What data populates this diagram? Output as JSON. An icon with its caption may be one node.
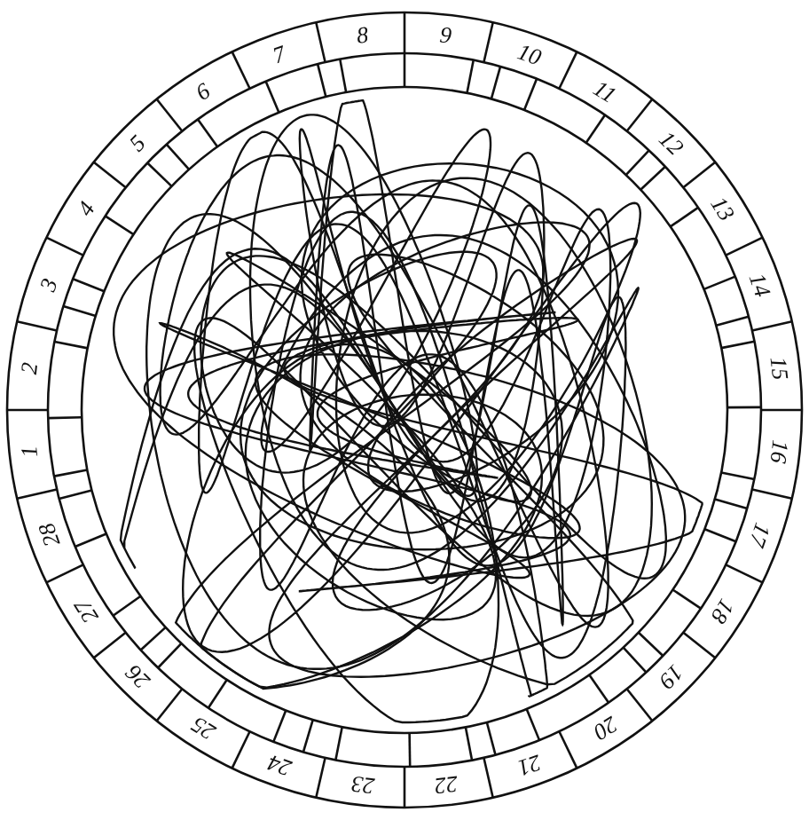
{
  "diagram": {
    "labels": [
      "1",
      "2",
      "3",
      "4",
      "5",
      "6",
      "7",
      "8",
      "9",
      "10",
      "11",
      "12",
      "13",
      "14",
      "15",
      "16",
      "17",
      "18",
      "19",
      "20",
      "21",
      "22",
      "23",
      "24",
      "25",
      "26",
      "27",
      "28"
    ]
  }
}
